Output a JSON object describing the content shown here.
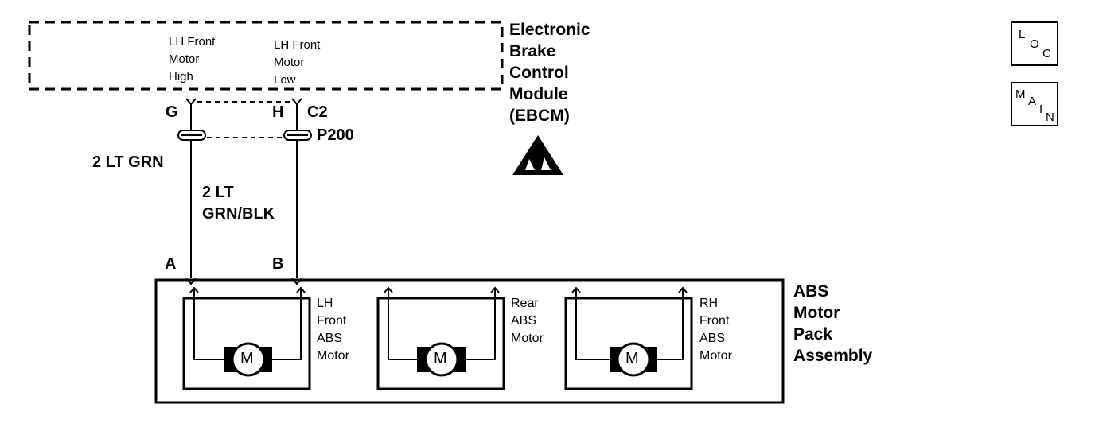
{
  "ebcm": {
    "title_lines": [
      "Electronic",
      "Brake",
      "Control",
      "Module",
      "(EBCM)"
    ],
    "pin_high": {
      "lines": [
        "LH Front",
        "Motor",
        "High"
      ],
      "pin": "G"
    },
    "pin_low": {
      "lines": [
        "LH Front",
        "Motor",
        "Low"
      ],
      "pin": "H"
    },
    "connector": "C2",
    "esd_icon": "esd-warning-icon"
  },
  "harness": {
    "splice": "P200",
    "wire_high": "2 LT GRN",
    "wire_low_lines": [
      "2 LT",
      "GRN/BLK"
    ]
  },
  "assembly": {
    "title_lines": [
      "ABS",
      "Motor",
      "Pack",
      "Assembly"
    ],
    "pin_a": "A",
    "pin_b": "B",
    "motors": [
      {
        "label_lines": [
          "LH",
          "Front",
          "ABS",
          "Motor"
        ],
        "symbol": "M"
      },
      {
        "label_lines": [
          "Rear",
          "ABS",
          "Motor"
        ],
        "symbol": "M"
      },
      {
        "label_lines": [
          "RH",
          "Front",
          "ABS",
          "Motor"
        ],
        "symbol": "M"
      }
    ]
  },
  "legend": {
    "loc": [
      "L",
      "O",
      "C"
    ],
    "main": [
      "M",
      "A",
      "I",
      "N"
    ]
  }
}
